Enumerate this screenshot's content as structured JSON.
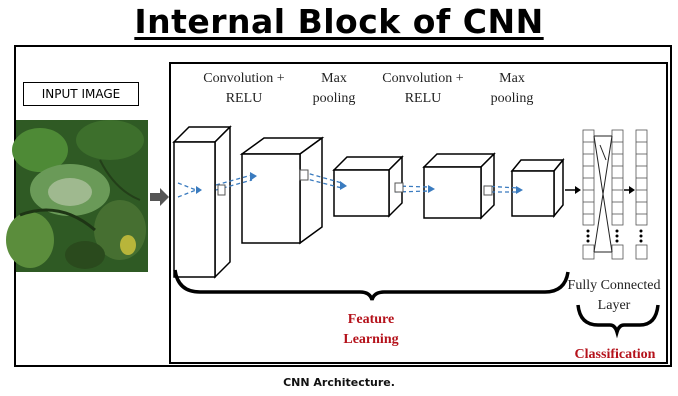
{
  "title": "Internal Block of CNN",
  "input_label": "INPUT IMAGE",
  "layers": [
    {
      "line1": "Convolution +",
      "line2": "RELU"
    },
    {
      "line1": "Max",
      "line2": "pooling"
    },
    {
      "line1": "Convolution +",
      "line2": "RELU"
    },
    {
      "line1": "Max",
      "line2": "pooling"
    }
  ],
  "fc_label": {
    "line1": "Fully Connected",
    "line2": "Layer"
  },
  "feature_learning": {
    "line1": "Feature",
    "line2": "Learning"
  },
  "classification": "Classification",
  "caption": "CNN Architecture.",
  "colors": {
    "accent_red": "#b5121b",
    "dashed_arrow": "#3a7bbf",
    "leaf_green": "#4a7a2a"
  }
}
